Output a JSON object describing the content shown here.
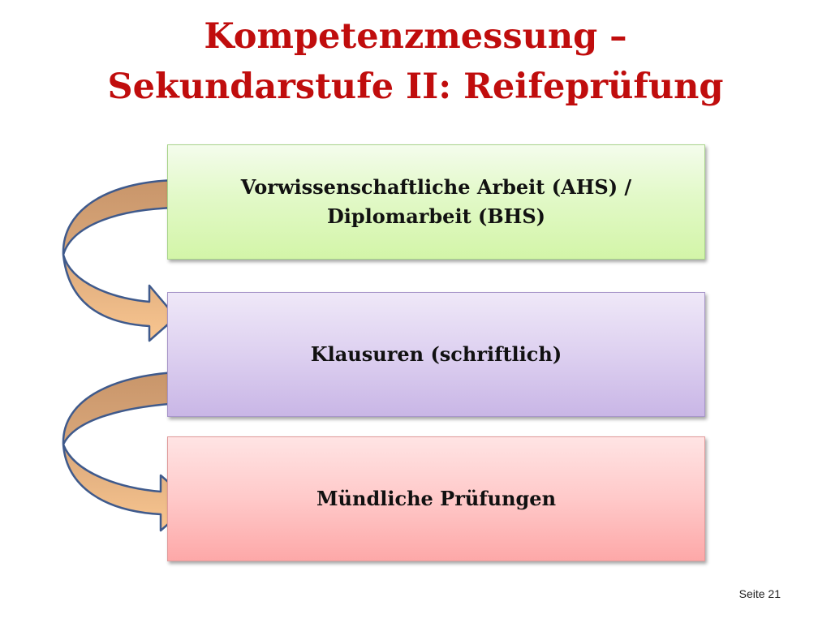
{
  "title": {
    "line1": "Kompetenzmessung –",
    "line2": "Sekundarstufe II: Reifeprüfung"
  },
  "boxes": {
    "first_line1": "Vorwissenschaftliche Arbeit (AHS) /",
    "first_line2": "Diplomarbeit (BHS)",
    "second": "Klausuren (schriftlich)",
    "third": "Mündliche Prüfungen"
  },
  "footer": {
    "page": "Seite 21"
  },
  "colors": {
    "title": "#c00d0d",
    "box1": "#d3f5a8",
    "box2": "#c9b6e6",
    "box3": "#fda8a8",
    "arrow_light": "#f7c28e",
    "arrow_dark": "#c8956a",
    "arrow_outline": "#3f5a8c"
  }
}
